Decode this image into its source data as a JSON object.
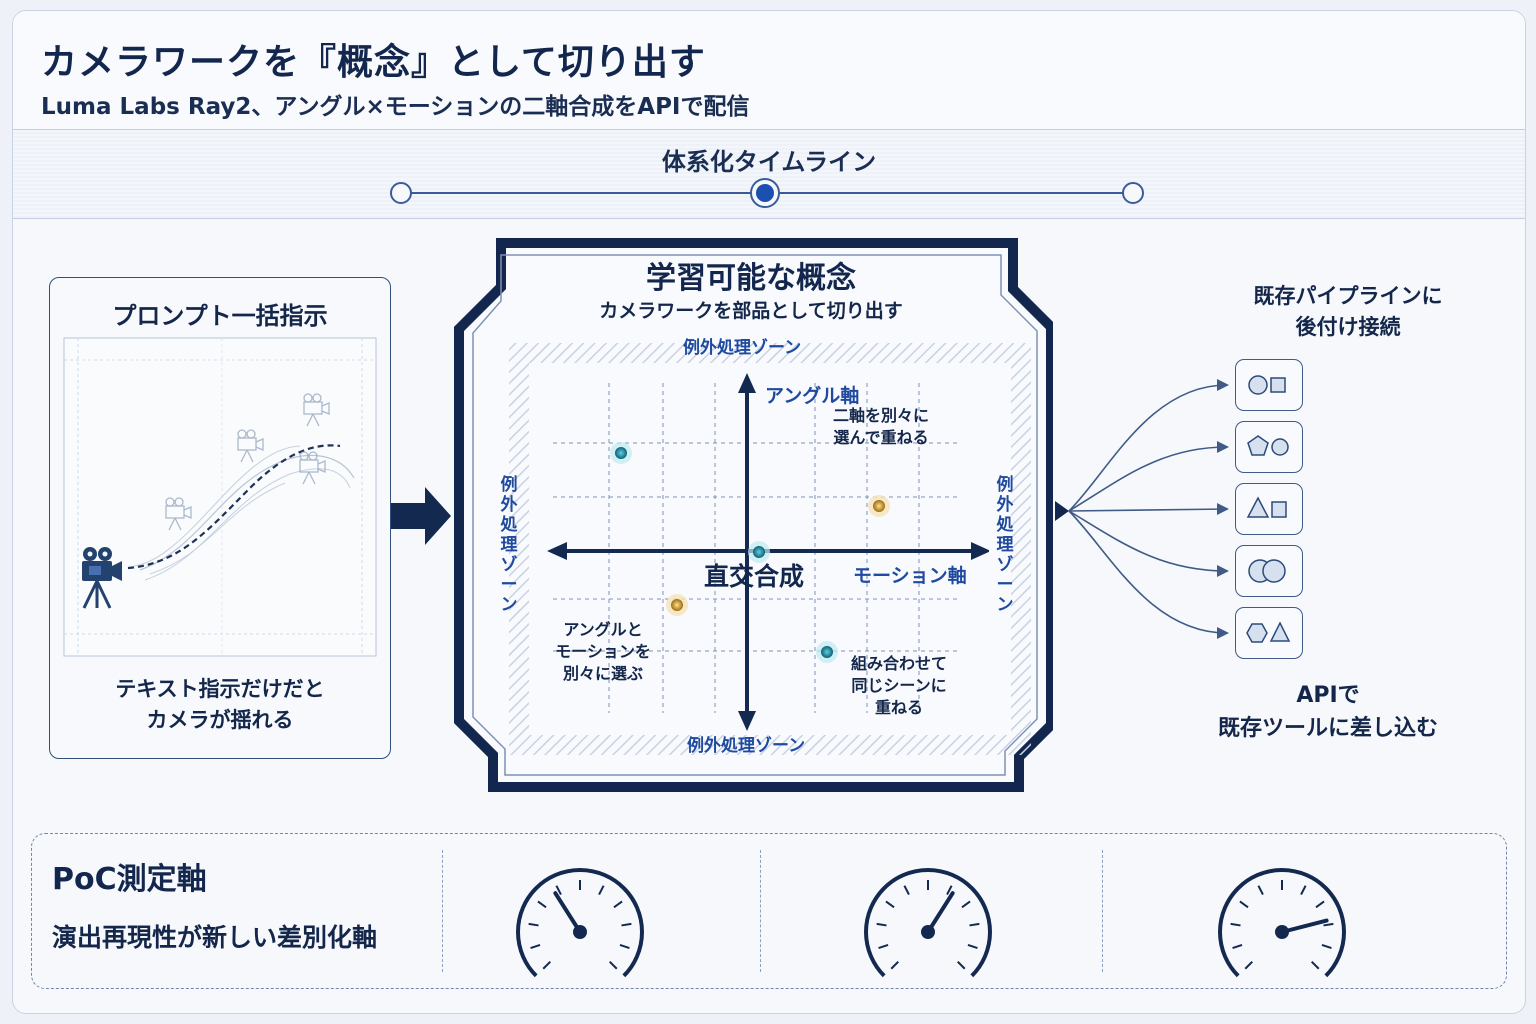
{
  "header": {
    "title": "カメラワークを『概念』として切り出す",
    "subtitle": "Luma Labs Ray2、アングル×モーションの二軸合成をAPIで配信"
  },
  "timeline": {
    "title": "体系化タイムライン",
    "steps_total": 3,
    "active_step": 2
  },
  "left_panel": {
    "title": "プロンプト一括指示",
    "caption_line1": "テキスト指示だけだと",
    "caption_line2": "カメラが揺れる"
  },
  "center_panel": {
    "title": "学習可能な概念",
    "subtitle": "カメラワークを部品として切り出す",
    "zone_label": "例外処理ゾーン",
    "vertical_axis_label": "アングル軸",
    "horizontal_axis_label": "モーション軸",
    "center_label": "直交合成",
    "note_top_right": [
      "二軸を別々に",
      "選んで重ねる"
    ],
    "note_bottom_left": [
      "アングルと",
      "モーションを",
      "別々に選ぶ"
    ],
    "note_bottom_right": [
      "組み合わせて",
      "同じシーンに",
      "重ねる"
    ]
  },
  "right_panel": {
    "title_line1": "既存パイプラインに",
    "title_line2": "後付け接続",
    "modules": [
      "circle-square-icon",
      "pentagon-circle-icon",
      "triangle-square-icon",
      "two-circles-icon",
      "hexagon-triangle-icon"
    ],
    "caption_line1": "APIで",
    "caption_line2": "既存ツールに差し込む"
  },
  "poc": {
    "title": "PoC測定軸",
    "subtitle": "演出再現性が新しい差別化軸",
    "gauge_levels": [
      0.38,
      0.62,
      0.78
    ]
  },
  "colors": {
    "navy": "#13264d",
    "accent_blue": "#1f4aa0",
    "teal_point": "#1a8aa0",
    "gold_point": "#c99a2e"
  }
}
